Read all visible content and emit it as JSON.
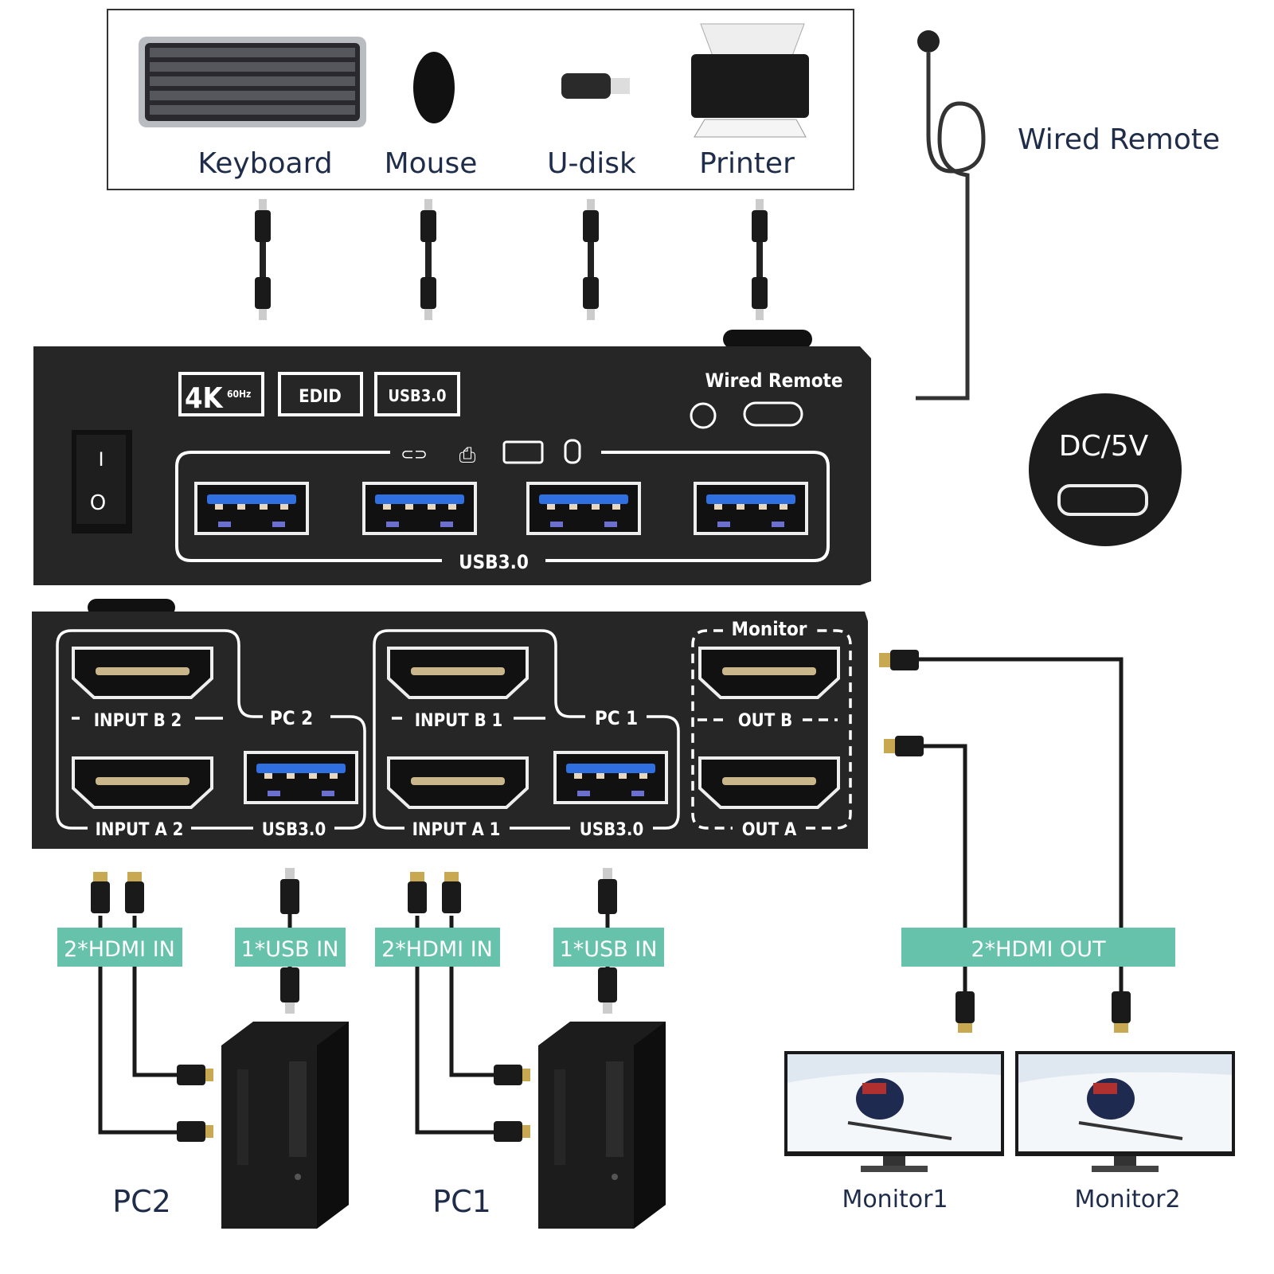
{
  "peripherals": {
    "items": [
      {
        "label": "Keyboard",
        "icon": "keyboard-icon"
      },
      {
        "label": "Mouse",
        "icon": "mouse-icon"
      },
      {
        "label": "U-disk",
        "icon": "usb-drive-icon"
      },
      {
        "label": "Printer",
        "icon": "printer-icon"
      }
    ]
  },
  "wired_remote": {
    "label": "Wired Remote"
  },
  "power": {
    "label": "DC/5V",
    "switch_on": "I",
    "switch_off": "O"
  },
  "front_panel": {
    "badges": {
      "resolution": "4K",
      "refresh": "60Hz",
      "edid": "EDID",
      "usb": "USB3.0"
    },
    "remote_label": "Wired Remote",
    "usb_group_label": "USB3.0"
  },
  "rear_panel": {
    "monitor_label": "Monitor",
    "input_b2": "INPUT B 2",
    "input_a2": "INPUT A 2",
    "pc2": "PC 2",
    "usb_pc2": "USB3.0",
    "input_b1": "INPUT B 1",
    "input_a1": "INPUT A 1",
    "pc1": "PC 1",
    "usb_pc1": "USB3.0",
    "out_b": "OUT B",
    "out_a": "OUT A"
  },
  "tags": {
    "pc2_hdmi": "2*HDMI IN",
    "pc2_usb": "1*USB IN",
    "pc1_hdmi": "2*HDMI IN",
    "pc1_usb": "1*USB IN",
    "hdmi_out": "2*HDMI OUT"
  },
  "devices": {
    "pc2": "PC2",
    "pc1": "PC1",
    "monitor1": "Monitor1",
    "monitor2": "Monitor2"
  },
  "colors": {
    "tag": "#66c2aa",
    "panel": "#262626",
    "label_text": "#1f2d4a",
    "usb_blue": "#2f6fe0"
  }
}
